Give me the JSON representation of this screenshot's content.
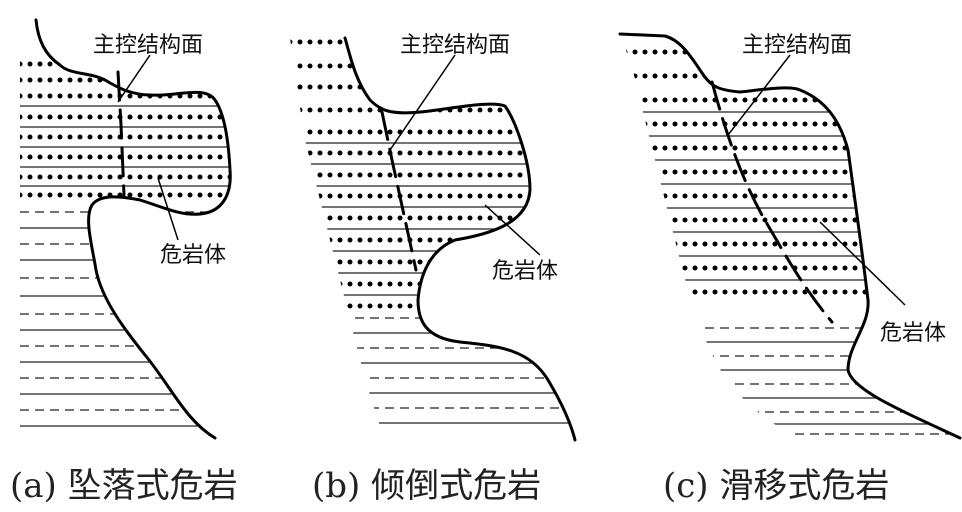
{
  "panels": [
    {
      "caption": "(a) 坠落式危岩",
      "structure_label": "主控结构面",
      "rock_label": "危岩体"
    },
    {
      "caption": "(b) 倾倒式危岩",
      "structure_label": "主控结构面",
      "rock_label": "危岩体"
    },
    {
      "caption": "(c) 滑移式危岩",
      "structure_label": "主控结构面",
      "rock_label": "危岩体"
    }
  ]
}
